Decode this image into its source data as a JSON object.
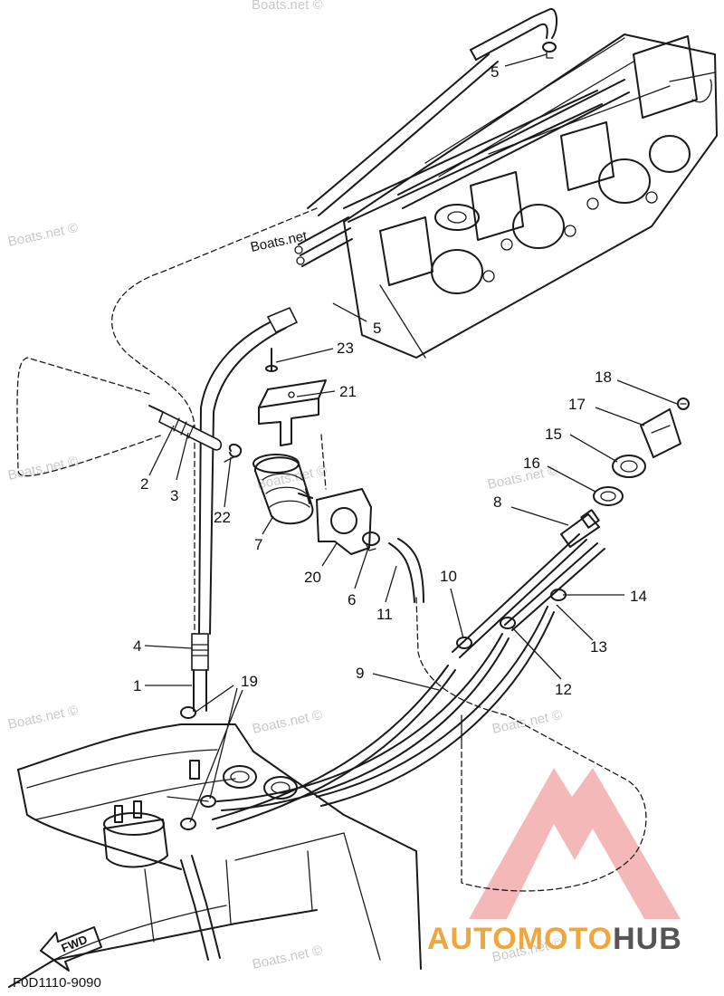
{
  "diagram": {
    "part_code": "F0D1110-9090",
    "fwd_label": "FWD",
    "watermark_text": "Boats.net ©",
    "watermark_engine_text": "Boats.net",
    "logo": {
      "part1": "AUTO",
      "part2": "MOTO",
      "part3": "HUB",
      "color_primary": "#f0a63a",
      "color_secondary": "#555555",
      "color_triangle": "#f08080"
    },
    "callouts": [
      "1",
      "2",
      "3",
      "4",
      "5",
      "5",
      "6",
      "7",
      "8",
      "9",
      "10",
      "11",
      "12",
      "13",
      "14",
      "15",
      "16",
      "17",
      "18",
      "19",
      "20",
      "21",
      "22",
      "23"
    ]
  }
}
